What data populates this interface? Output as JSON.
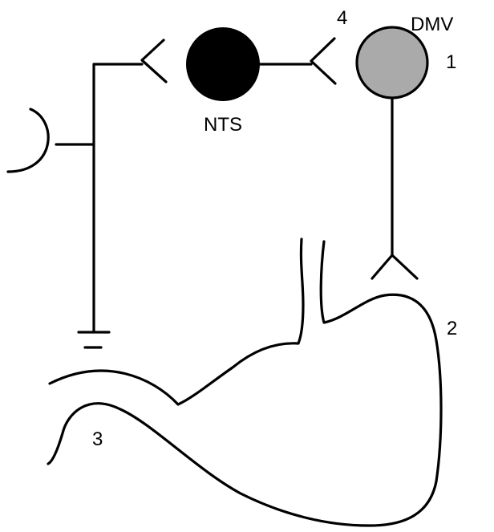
{
  "labels": {
    "nts": "NTS",
    "dmv": "DMV",
    "num1": "1",
    "num2": "2",
    "num3": "3",
    "num4": "4"
  },
  "colors": {
    "nts_neuron": "#000000",
    "dmv_neuron": "#aaaaaa",
    "line": "#000000"
  }
}
